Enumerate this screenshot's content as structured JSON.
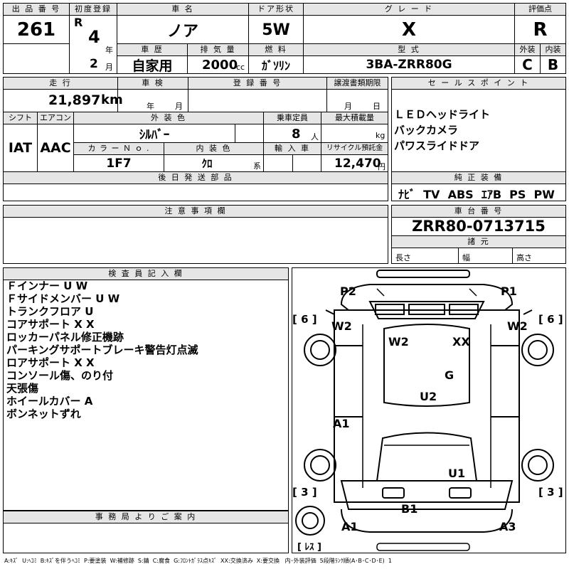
{
  "header": {
    "lot_label": "出 品 番 号",
    "lot_number": "261",
    "first_reg_label": "初度登録",
    "era": "R",
    "reg_year": "4",
    "year_unit": "年",
    "reg_month": "2",
    "month_unit": "月",
    "car_name_label": "車 名",
    "car_name": "ノア",
    "door_label": "ドア形状",
    "door": "5W",
    "grade_label": "グ レ ー ド",
    "grade": "X",
    "score_label": "評価点",
    "score": "R",
    "history_label": "車 歴",
    "history": "自家用",
    "displacement_label": "排 気 量",
    "displacement": "2000",
    "displacement_unit": "cc",
    "fuel_label": "燃 料",
    "fuel": "ｶﾞｿﾘﾝ",
    "model_label": "型 式",
    "model": "3BA-ZRR80G",
    "exterior_label": "外装",
    "exterior": "C",
    "interior_label": "内装",
    "interior": "B"
  },
  "row2": {
    "mileage_label": "走 行",
    "mileage": "21,897",
    "mileage_unit": "km",
    "inspection_label": "車 検",
    "insp_year_unit": "年",
    "insp_month_unit": "月",
    "plate_label": "登 録 番 号",
    "doc_label": "譲渡書類期限",
    "doc_month_unit": "月",
    "doc_day_unit": "日",
    "sales_label": "セ ー ル ス ポ イ ン ト",
    "sales_points": [
      "ＬＥＤヘッドライト",
      "バックカメラ",
      "パワスライドドア"
    ],
    "shift_label": "シフト",
    "shift": "IAT",
    "ac_label": "エアコン",
    "ac": "AAC",
    "color_label": "外 装 色",
    "color": "ｼﾙﾊﾞｰ",
    "capacity_label": "乗車定員",
    "capacity": "8",
    "capacity_unit": "人",
    "load_label": "最大積載量",
    "load_unit": "kg",
    "color_no_label": "カ ラ ー Ｎ ｏ .",
    "color_no": "1F7",
    "int_color_label": "内 装 色",
    "int_color": "ｸﾛ",
    "int_color_unit": "系",
    "import_label": "輸 入 車",
    "recycle_label": "リサイクル預託金",
    "recycle": "12,470",
    "recycle_unit": "円",
    "later_parts_label": "後 日 発 送 部 品",
    "equipment_label": "純 正 装 備",
    "equipment": "ﾅﾋﾞ  TV  ABS  ｴｱB  PS  PW",
    "notes_label": "注 意 事 項 欄",
    "chassis_label": "車 台 番 号",
    "chassis": "ZRR80-0713715",
    "dims_label": "諸 元",
    "length_label": "長さ",
    "width_label": "幅",
    "height_label": "高さ"
  },
  "inspector": {
    "label": "検 査 員 記 入 欄",
    "lines": [
      "Ｆインナー U W",
      "Ｆサイドメンバー U W",
      "トランクフロア U",
      "コアサポート X X",
      "ロッカーパネル修正機跡",
      "パーキングサポートブレーキ警告灯点滅",
      "ロアサポート X X",
      "コンソール傷、のり付",
      "天張傷",
      "ホイールカバー A",
      "ボンネットずれ"
    ]
  },
  "office": {
    "label": "事 務 局 よ り ご 案 内"
  },
  "diagram": {
    "P2": "P2",
    "P1": "P1",
    "W2_left": "W2",
    "W2_right": "W2",
    "W2_mid": "W2",
    "XX": "XX",
    "G": "G",
    "U2": "U2",
    "A1_mid": "A1",
    "U1": "U1",
    "B1": "B1",
    "A1_bottom": "A1",
    "A3": "A3",
    "tire_tl": "[ 6 ]",
    "tire_tr": "[ 6 ]",
    "tire_bl": "[ 3 ]",
    "tire_br": "[ 3 ]",
    "spare": "[ ﾚｽ ]"
  },
  "legend": "A:ｷｽﾞ  U:ﾍｺﾐ  B:ｷｽﾞを伴うﾍｺﾐ  P:要塗装  W:補修跡  S:錆  C:腐食  G:ﾌﾛﾝﾄｶﾞﾗｽ点ｷｽﾞ  XX:交換済み  X:要交換   内･外装評価  5段階ﾗﾝｸ順(A･B･C･D･E)  1"
}
